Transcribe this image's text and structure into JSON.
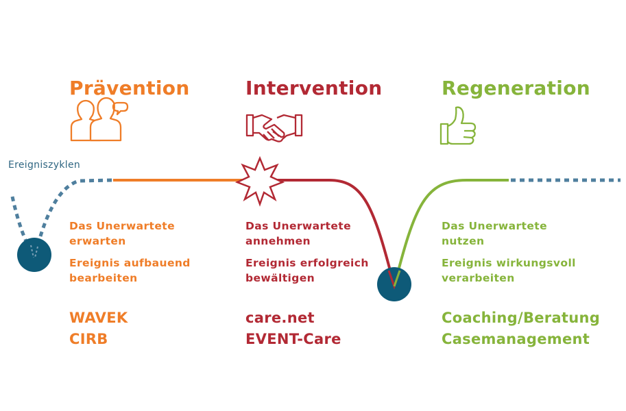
{
  "label": {
    "cycles": "Ereigniszyklen"
  },
  "colors": {
    "orange": "#ef7d28",
    "red": "#b22934",
    "green": "#86b43b",
    "blue": "#2e6f8e",
    "navy": "#0e5a78"
  },
  "columns": [
    {
      "title": "Prävention",
      "icon": "people-talking-icon",
      "line1": "Das Unerwartete",
      "line2": "erwarten",
      "line3": "Ereignis aufbauend",
      "line4": "bearbeiten",
      "big1": "WAVEK",
      "big2": "CIRB"
    },
    {
      "title": "Intervention",
      "icon": "handshake-icon",
      "line1": "Das Unerwartete",
      "line2": "annehmen",
      "line3": "Ereignis erfolgreich",
      "line4": "bewältigen",
      "big1": "care.net",
      "big2": "EVENT-Care"
    },
    {
      "title": "Regeneration",
      "icon": "thumbs-up-icon",
      "line1": "Das Unerwartete",
      "line2": "nutzen",
      "line3": "Ereignis wirkungsvoll",
      "line4": "verarbeiten",
      "big1": "Coaching/Beratung",
      "big2": "Casemanagement"
    }
  ]
}
